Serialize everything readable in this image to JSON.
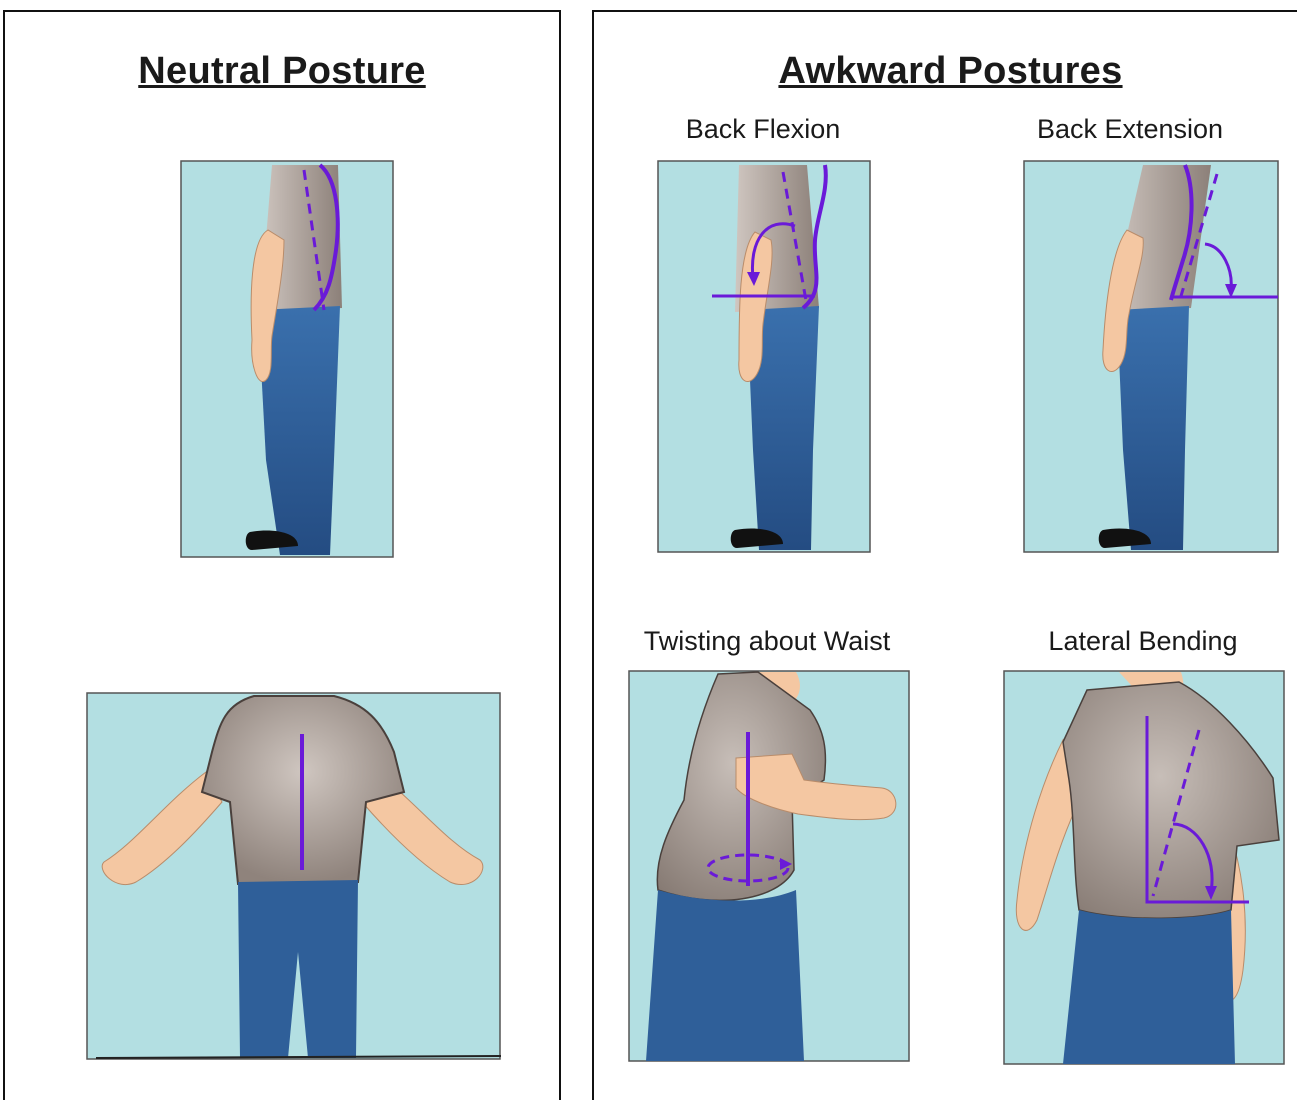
{
  "neutral": {
    "title": "Neutral Posture"
  },
  "awkward": {
    "title": "Awkward Postures",
    "captions": {
      "back_flexion": "Back Flexion",
      "back_extension": "Back Extension",
      "twisting": "Twisting about Waist",
      "lateral": "Lateral Bending"
    }
  },
  "colors": {
    "background_box": "#b3dfe2",
    "shirt": "#a49992",
    "jeans": "#2f5f99",
    "skin": "#f4c7a2",
    "indicator_line": "#6a1ad8",
    "shoe": "#111111"
  }
}
